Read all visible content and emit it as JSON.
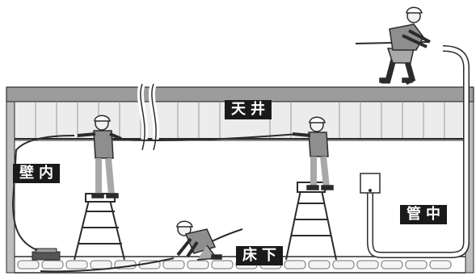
{
  "labels": {
    "ceiling": "天井",
    "inside_wall": "壁内",
    "in_pipe": "管中",
    "under_floor": "床下"
  },
  "colors": {
    "line": "#2b2b2b",
    "slab": "#9c9c9c",
    "ceiling_band": "#e6e6e6",
    "label_bg": "#1a1a1a",
    "label_text": "#ffffff",
    "worker_shirt": "#8e8e8e",
    "worker_pants": "#a8a8a8"
  },
  "icons": [
    "worker-on-roof-icon",
    "worker-on-ladder-left-icon",
    "worker-on-ladder-right-icon",
    "worker-crouching-icon",
    "ladder-icon",
    "outlet-box-icon",
    "cable-reel-icon"
  ]
}
